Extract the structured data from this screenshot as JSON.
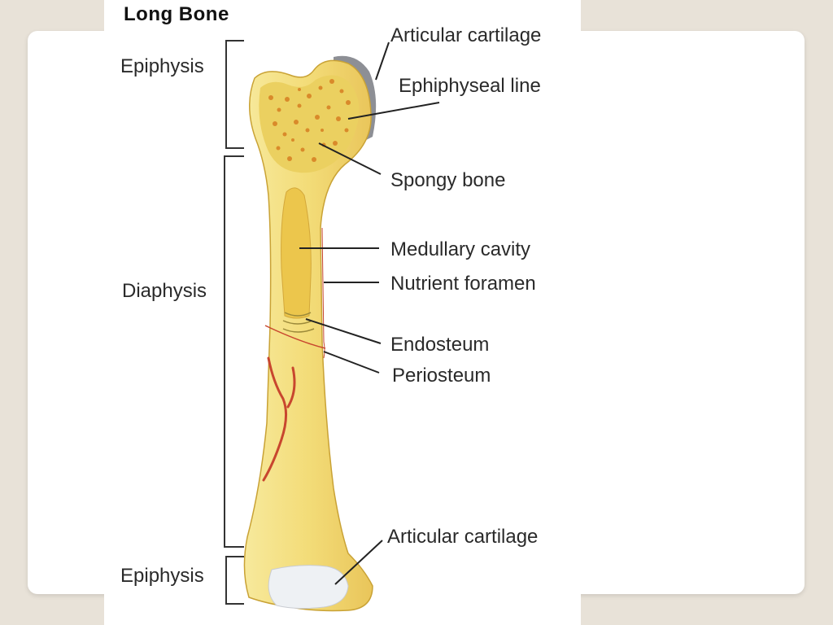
{
  "diagram": {
    "title": "Long Bone",
    "regions": {
      "epiphysis_top": "Epiphysis",
      "diaphysis": "Diaphysis",
      "epiphysis_bottom": "Epiphysis"
    },
    "labels": {
      "articular_cartilage_top": "Articular cartilage",
      "epiphyseal_line": "Ephiphyseal line",
      "spongy_bone": "Spongy bone",
      "medullary_cavity": "Medullary cavity",
      "nutrient_foramen": "Nutrient foramen",
      "endosteum": "Endosteum",
      "periosteum": "Periosteum",
      "articular_cartilage_bottom": "Articular cartilage"
    },
    "colors": {
      "bone": "#f4e48e",
      "bone_shadow": "#e8c75a",
      "spongy": "#e9cf5c",
      "spongy_dots": "#d98a2a",
      "marrow": "#efd46a",
      "vessel": "#c8462e",
      "cartilage_top": "#8d8f95",
      "cartilage_bottom": "#eef1f4"
    }
  }
}
